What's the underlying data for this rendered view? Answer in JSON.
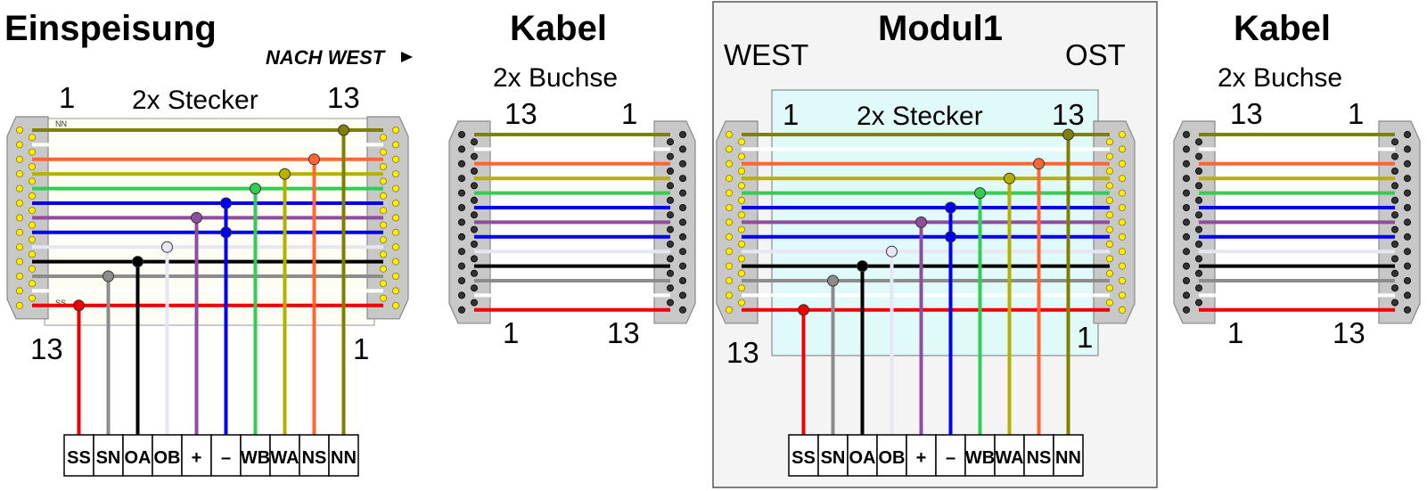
{
  "sections": {
    "einspeisung": {
      "title": "Einspeisung",
      "direction": "NACH WEST",
      "connector": "2x Stecker",
      "pin_top_left": "1",
      "pin_top_right": "13",
      "pin_bottom_left": "13",
      "pin_bottom_right": "1",
      "row_label_top": "NN",
      "row_label_bottom": "SS"
    },
    "kabel1": {
      "title": "Kabel",
      "connector": "2x Buchse",
      "pin_top_left": "13",
      "pin_top_right": "1",
      "pin_bottom_left": "1",
      "pin_bottom_right": "13"
    },
    "modul1": {
      "title": "Modul1",
      "west": "WEST",
      "ost": "OST",
      "connector": "2x Stecker",
      "pin_top_left": "1",
      "pin_top_right": "13",
      "pin_bottom_left": "13",
      "pin_bottom_right": "1"
    },
    "kabel2": {
      "title": "Kabel",
      "connector": "2x Buchse",
      "pin_top_left": "13",
      "pin_top_right": "1",
      "pin_bottom_left": "1",
      "pin_bottom_right": "13"
    }
  },
  "terminals": [
    "SS",
    "SN",
    "OA",
    "OB",
    "+",
    "–",
    "WB",
    "WA",
    "NS",
    "NN"
  ],
  "wire_colors": {
    "NN": "#808000",
    "NS": "#ff6633",
    "WA": "#b5b000",
    "WB": "#33cc55",
    "minus": "#0000ee",
    "plus": "#8e4d9e",
    "OB": "#e6e6f5",
    "OA": "#000000",
    "SN": "#8c8c8c",
    "SS": "#ee0000"
  },
  "colors": {
    "connector_body": "#c8c8c8",
    "pin_yellow": "#ffee00",
    "pin_dark": "#333333",
    "module_fill": "#e0fafa",
    "panel_fill": "#f4f4f4"
  }
}
